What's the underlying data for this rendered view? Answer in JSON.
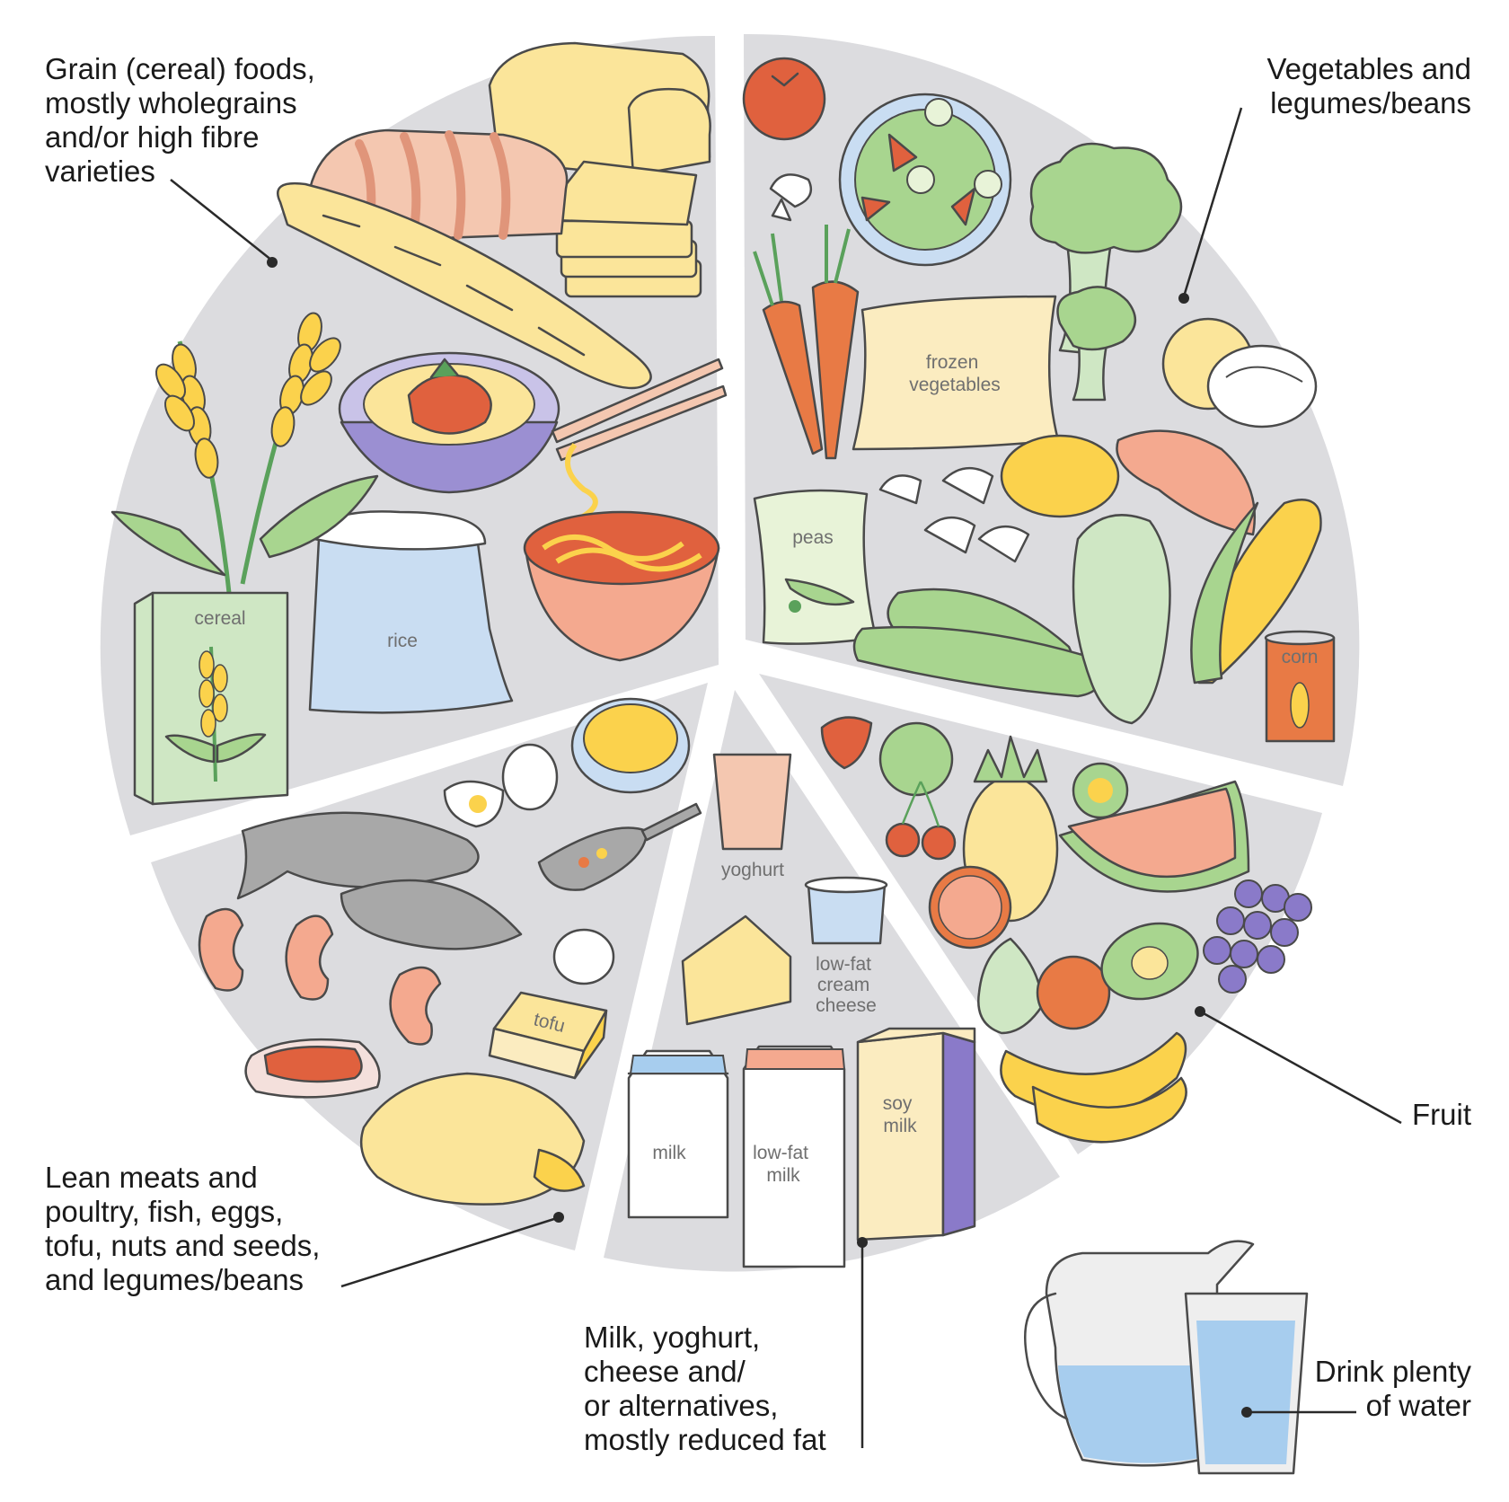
{
  "groups": {
    "grains": "Grain (cereal) foods,\nmostly wholegrains\nand/or high fibre\nvarieties",
    "vegetables": "Vegetables and\nlegumes/beans",
    "fruit": "Fruit",
    "proteins": "Lean meats and\npoultry, fish, eggs,\ntofu, nuts and seeds,\nand legumes/beans",
    "dairy": "Milk, yoghurt,\ncheese and/\nor alternatives,\nmostly reduced fat",
    "water": "Drink plenty\nof water"
  },
  "food_labels": {
    "cereal": "cereal",
    "rice": "rice",
    "frozen_vegetables_1": "frozen",
    "frozen_vegetables_2": "vegetables",
    "peas": "peas",
    "corn": "corn",
    "yoghurt": "yoghurt",
    "cream_cheese_1": "low-fat",
    "cream_cheese_2": "cream",
    "cream_cheese_3": "cheese",
    "tofu": "tofu",
    "milk": "milk",
    "lowfat_milk_1": "low-fat",
    "lowfat_milk_2": "milk",
    "soy_milk_1": "soy",
    "soy_milk_2": "milk"
  },
  "colors": {
    "plate": "#dcdcdf",
    "outline": "#4a4a4a",
    "bread": "#f4c7b0",
    "yellow": "#fbe59a",
    "green": "#a8d58f",
    "red": "#e0613e",
    "blue": "#c9ddf2",
    "water": "#a7cdee"
  }
}
